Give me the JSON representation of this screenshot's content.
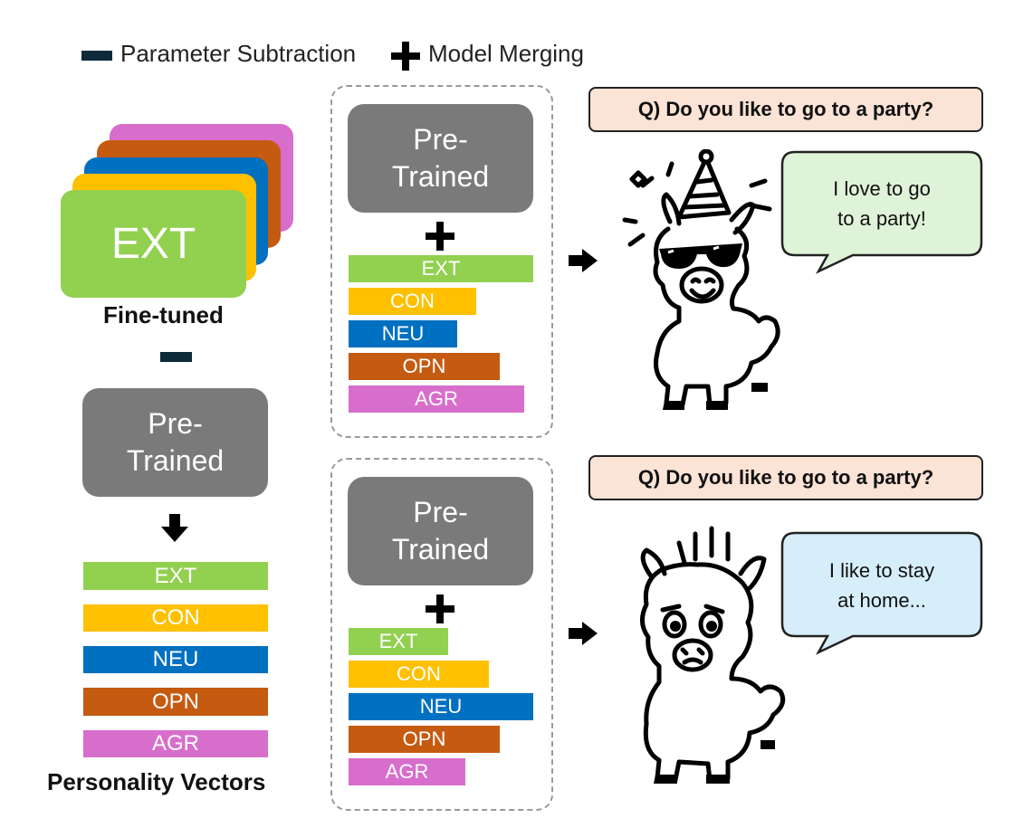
{
  "legend": {
    "minus_label": "Parameter Subtraction",
    "plus_label": "Model Merging"
  },
  "left": {
    "fine_tuned_card": "EXT",
    "fine_tuned_label": "Fine-tuned",
    "pretrained": "Pre-\nTrained",
    "vectors_label": "Personality Vectors",
    "vectors": [
      {
        "label": "EXT",
        "color": "#92d050"
      },
      {
        "label": "CON",
        "color": "#ffc000"
      },
      {
        "label": "NEU",
        "color": "#0070c0"
      },
      {
        "label": "OPN",
        "color": "#c55a11"
      },
      {
        "label": "AGR",
        "color": "#d86ecc"
      }
    ]
  },
  "top_merge": {
    "pretrained": "Pre-\nTrained",
    "vectors": [
      {
        "label": "EXT",
        "level": 1.0
      },
      {
        "label": "CON",
        "level": 0.69
      },
      {
        "label": "NEU",
        "level": 0.59
      },
      {
        "label": "OPN",
        "level": 0.82
      },
      {
        "label": "AGR",
        "level": 0.95
      }
    ]
  },
  "bottom_merge": {
    "pretrained": "Pre-\nTrained",
    "vectors": [
      {
        "label": "EXT",
        "level": 0.54
      },
      {
        "label": "CON",
        "level": 0.76
      },
      {
        "label": "NEU",
        "level": 1.0
      },
      {
        "label": "OPN",
        "level": 0.82
      },
      {
        "label": "AGR",
        "level": 0.63
      }
    ]
  },
  "top_output": {
    "question": "Q) Do you like to go to a party?",
    "answer": "I love to go\nto a party!",
    "bubble_color": "#dff3d8"
  },
  "bottom_output": {
    "question": "Q) Do you like to go to a party?",
    "answer": "I like to stay\nat home...",
    "bubble_color": "#d6eefa"
  },
  "colors": {
    "EXT": "#92d050",
    "CON": "#ffc000",
    "NEU": "#0070c0",
    "OPN": "#c55a11",
    "AGR": "#d86ecc",
    "pretrained": "#7a7a7a",
    "question_bg": "#fbe3d6"
  }
}
